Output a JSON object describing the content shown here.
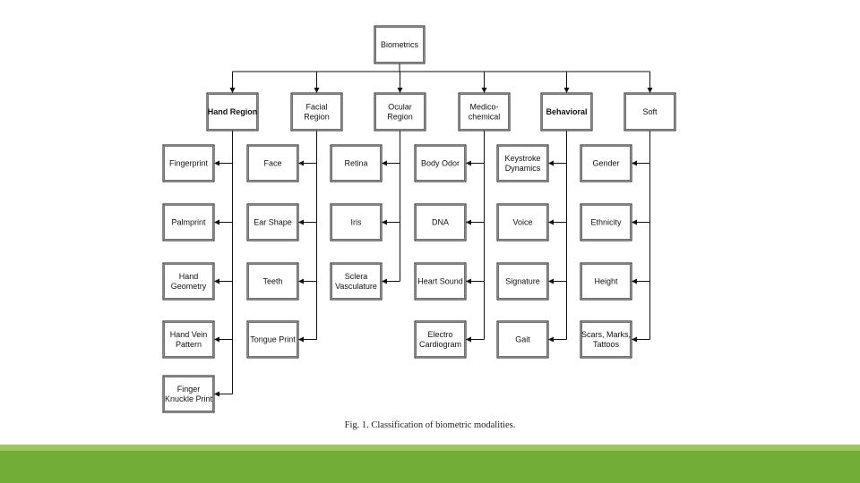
{
  "root": {
    "label": "Biometrics"
  },
  "categories": [
    {
      "lines": [
        "Hand Region"
      ],
      "bold": true,
      "items": [
        [
          "Fingerprint"
        ],
        [
          "Palmprint"
        ],
        [
          "Hand",
          "Geometry"
        ],
        [
          "Hand Vein",
          "Pattern"
        ],
        [
          "Finger",
          "Knuckle Print"
        ]
      ]
    },
    {
      "lines": [
        "Facial",
        "Region"
      ],
      "bold": false,
      "items": [
        [
          "Face"
        ],
        [
          "Ear Shape"
        ],
        [
          "Teeth"
        ],
        [
          "Tongue Print"
        ]
      ]
    },
    {
      "lines": [
        "Ocular",
        "Region"
      ],
      "bold": false,
      "items": [
        [
          "Retina"
        ],
        [
          "Iris"
        ],
        [
          "Sclera",
          "Vasculature"
        ]
      ]
    },
    {
      "lines": [
        "Medico-",
        "chemical"
      ],
      "bold": false,
      "items": [
        [
          "Body Odor"
        ],
        [
          "DNA"
        ],
        [
          "Heart Sound"
        ],
        [
          "Electro",
          "Cardiogram"
        ]
      ]
    },
    {
      "lines": [
        "Behavioral"
      ],
      "bold": true,
      "items": [
        [
          "Keystroke",
          "Dynamics"
        ],
        [
          "Voice"
        ],
        [
          "Signature"
        ],
        [
          "Gait"
        ]
      ]
    },
    {
      "lines": [
        "Soft"
      ],
      "bold": false,
      "items": [
        [
          "Gender"
        ],
        [
          "Ethnicity"
        ],
        [
          "Height"
        ],
        [
          "Scars, Marks,",
          "Tattoos"
        ]
      ]
    }
  ],
  "caption": "Fig. 1.  Classification of biometric modalities.",
  "colors": {
    "band_light": "#9dc85a",
    "band_dark": "#72ad35",
    "line": "#111111"
  }
}
